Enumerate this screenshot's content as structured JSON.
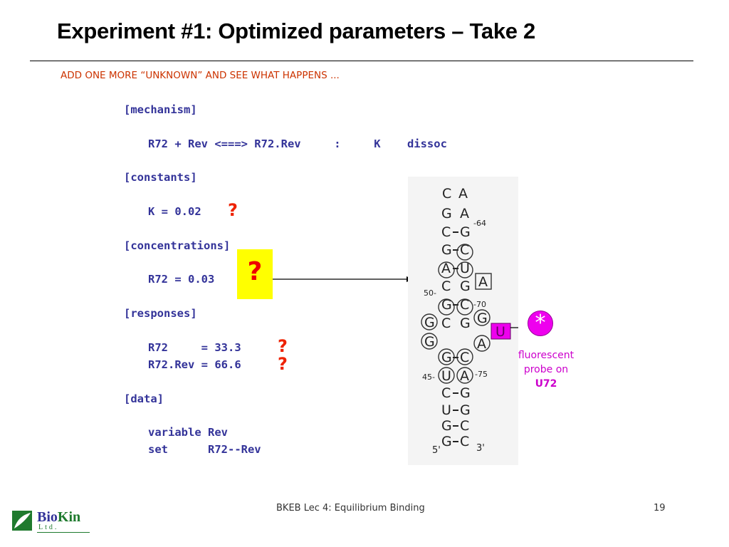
{
  "slide": {
    "title": "Experiment #1: Optimized parameters – Take 2",
    "subtitle": "ADD ONE MORE “UNKNOWN” AND SEE WHAT HAPPENS ..."
  },
  "script": {
    "mechanism_header": "[mechanism]",
    "mechanism_line": "R72 + Rev <===> R72.Rev     :     K    dissoc",
    "constants_header": "[constants]",
    "constants_line": "K = 0.02",
    "concentrations_header": "[concentrations]",
    "concentrations_line": "R72 = 0.03",
    "responses_header": "[responses]",
    "responses_line1": "R72     = 33.3",
    "responses_line2": "R72.Rev = 66.6",
    "data_header": "[data]",
    "data_line1": "variable Rev",
    "data_line2": "set      R72--Rev"
  },
  "markers": {
    "unknown": "?"
  },
  "colors": {
    "title": "#000000",
    "subtitle": "#cc3300",
    "code": "#333399",
    "question": "#ee2200",
    "highlight": "#ffff00",
    "probe": "#ee00ee"
  },
  "rna": {
    "top_left": "C",
    "top_right": "A",
    "rows": [
      {
        "l": "G",
        "r": "A",
        "dash": false
      },
      {
        "l": "C",
        "r": "G",
        "dash": true
      },
      {
        "l": "G",
        "r": "C",
        "dash": true
      },
      {
        "l": "A",
        "r": "U",
        "dash": true
      },
      {
        "l": "C",
        "r": "G",
        "dash": false
      },
      {
        "l": "G",
        "r": "C",
        "dash": true
      },
      {
        "l": "C",
        "r": "G",
        "dash": false
      },
      {
        "l": "G",
        "r": "C",
        "dash": true
      },
      {
        "l": "U",
        "r": "A",
        "dash": false
      },
      {
        "l": "C",
        "r": "G",
        "dash": true
      },
      {
        "l": "U",
        "r": "G",
        "dash": true
      },
      {
        "l": "G",
        "r": "C",
        "dash": true
      },
      {
        "l": "G",
        "r": "C",
        "dash": true
      }
    ],
    "bulge_left_1": "G",
    "bulge_left_2": "G",
    "bulge_right_1": "G",
    "bulge_right_2": "A",
    "boxed_A": "A",
    "probe_U": "U",
    "num_64": "-64",
    "num_50": "50-",
    "num_70": "-70",
    "num_45": "45-",
    "num_75": "-75",
    "end_5": "5'",
    "end_3": "3'"
  },
  "probe": {
    "symbol": "*",
    "label_line1": "fluorescent",
    "label_line2": "probe on",
    "label_line3": "U72"
  },
  "footer": {
    "center": "BKEB Lec 4: Equilibrium Binding",
    "page": "19"
  },
  "logo": {
    "bio": "Bio",
    "kin": "Kin",
    "ltd": "Ltd."
  }
}
